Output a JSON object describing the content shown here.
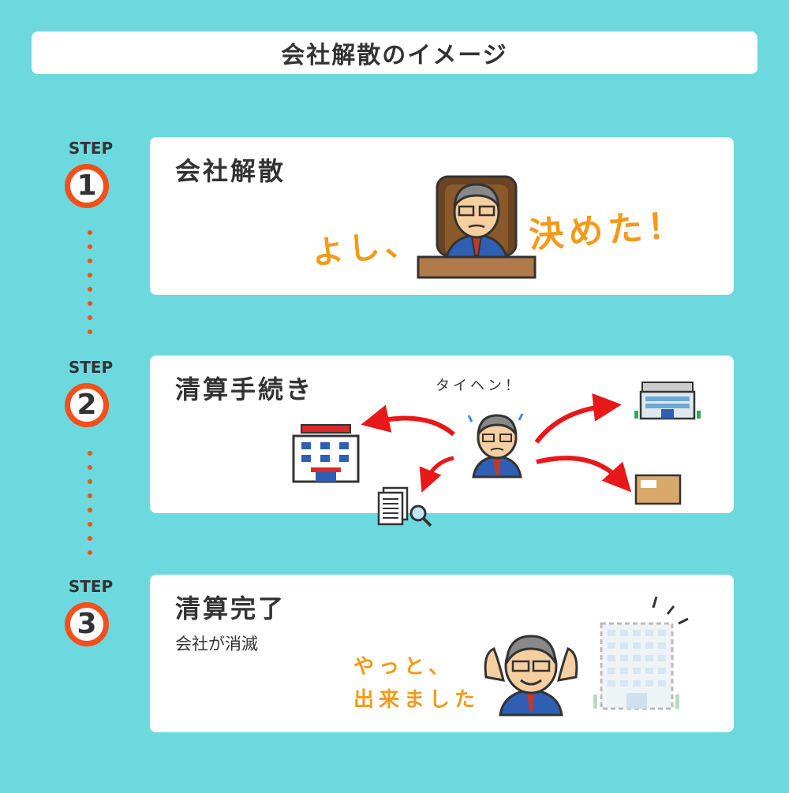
{
  "title": "会社解散のイメージ",
  "steps": [
    {
      "label": "STEP",
      "number": "1",
      "title": "会社解散",
      "phrase_left": "よし、",
      "phrase_right": "決めた！"
    },
    {
      "label": "STEP",
      "number": "2",
      "title": "清算手続き",
      "speech": "タイヘン！"
    },
    {
      "label": "STEP",
      "number": "3",
      "title": "清算完了",
      "subtitle": "会社が消滅",
      "phrase_line1": "やっと、",
      "phrase_line2": "出来ました"
    }
  ],
  "colors": {
    "background": "#6cd9df",
    "accent": "#f24f1b",
    "phrase": "#f39a1a",
    "arrow": "#e8181a"
  }
}
